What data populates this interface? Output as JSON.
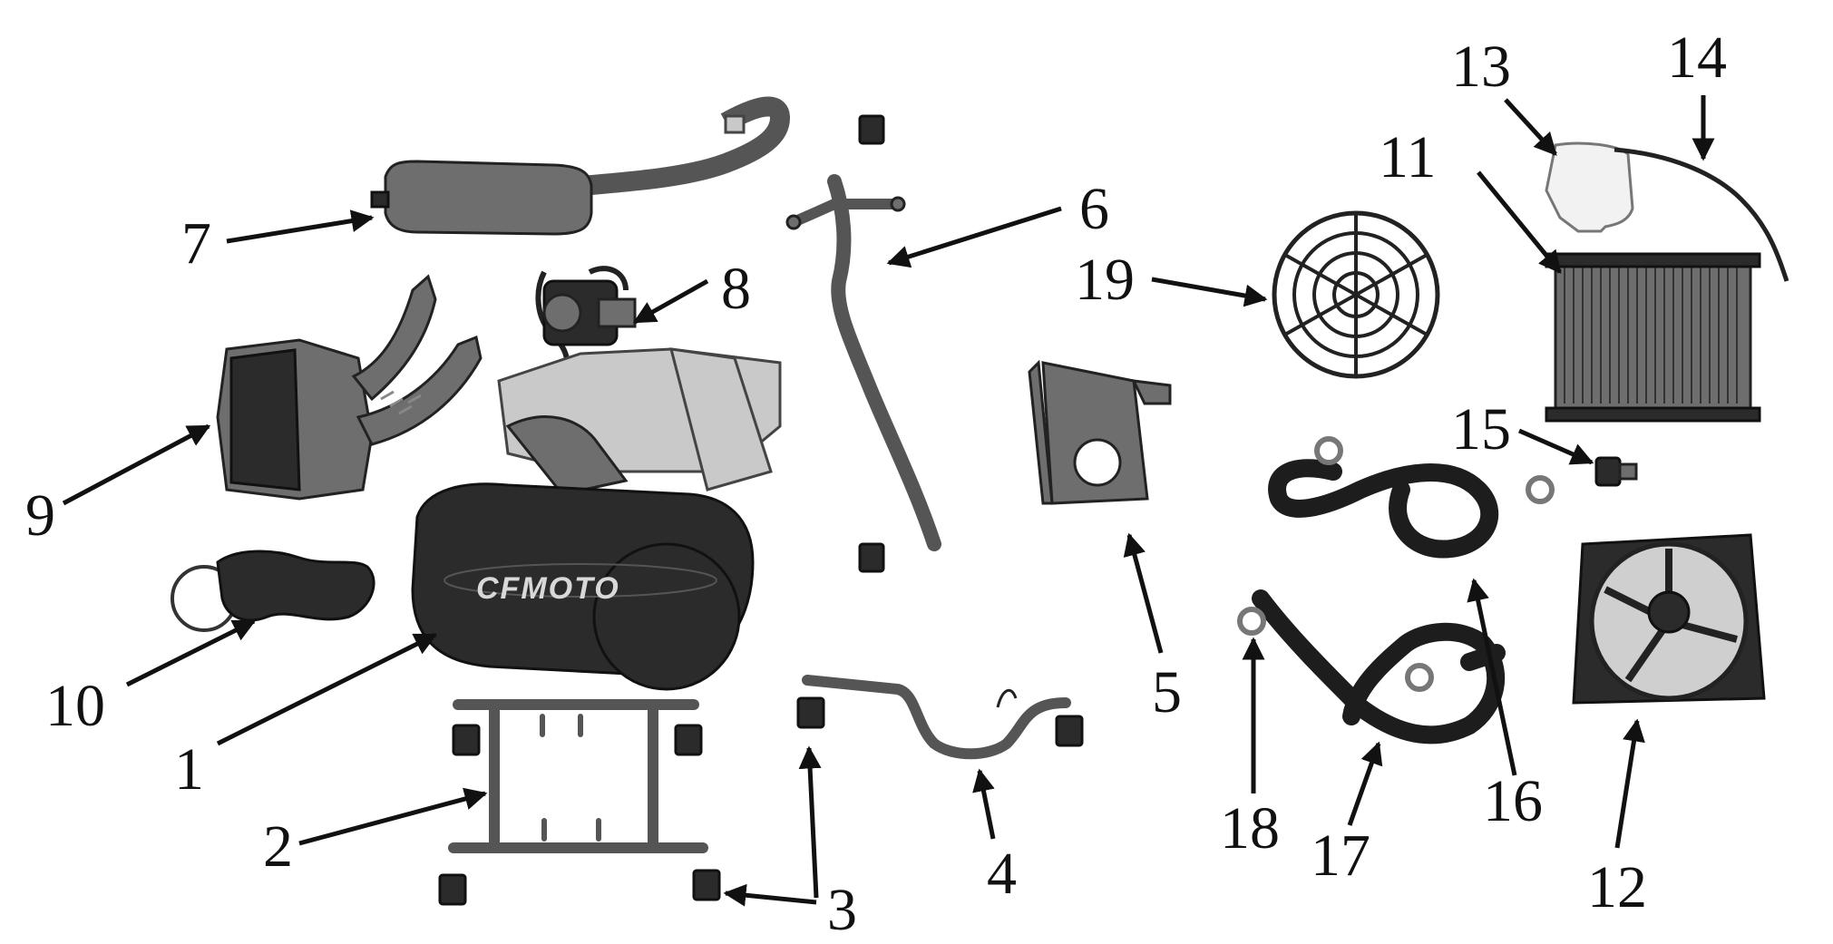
{
  "brand_logo": "CFMOTO",
  "callouts": [
    {
      "id": "1",
      "text": "1"
    },
    {
      "id": "2",
      "text": "2"
    },
    {
      "id": "3",
      "text": "3"
    },
    {
      "id": "4",
      "text": "4"
    },
    {
      "id": "5",
      "text": "5"
    },
    {
      "id": "6",
      "text": "6"
    },
    {
      "id": "7",
      "text": "7"
    },
    {
      "id": "8",
      "text": "8"
    },
    {
      "id": "9",
      "text": "9"
    },
    {
      "id": "10",
      "text": "10"
    },
    {
      "id": "11",
      "text": "11"
    },
    {
      "id": "12",
      "text": "12"
    },
    {
      "id": "13",
      "text": "13"
    },
    {
      "id": "14",
      "text": "14"
    },
    {
      "id": "15",
      "text": "15"
    },
    {
      "id": "16",
      "text": "16"
    },
    {
      "id": "17",
      "text": "17"
    },
    {
      "id": "18",
      "text": "18"
    },
    {
      "id": "19",
      "text": "19"
    }
  ]
}
